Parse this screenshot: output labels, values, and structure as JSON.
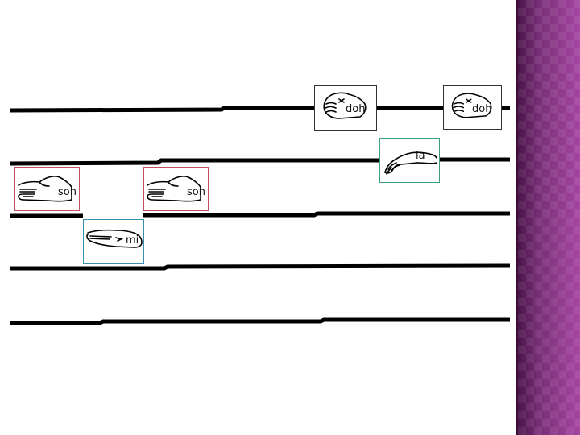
{
  "theme": {
    "accent": "#9b3f98",
    "sidebar_dark": "#4a1448",
    "soh_border": "#c0505a",
    "mi_border": "#3a8fb0",
    "la_border": "#3aa07a",
    "doh_border": "#333333"
  },
  "staff": {
    "line_count": 5
  },
  "hand_signs": [
    {
      "syllable": "soh",
      "icon": "hand-flat-horizontal-icon"
    },
    {
      "syllable": "mi",
      "icon": "hand-flat-down-icon"
    },
    {
      "syllable": "soh",
      "icon": "hand-flat-horizontal-icon"
    },
    {
      "syllable": "doh",
      "icon": "hand-fist-icon"
    },
    {
      "syllable": "la",
      "icon": "hand-drooping-icon"
    },
    {
      "syllable": "doh",
      "icon": "hand-fist-icon"
    }
  ]
}
